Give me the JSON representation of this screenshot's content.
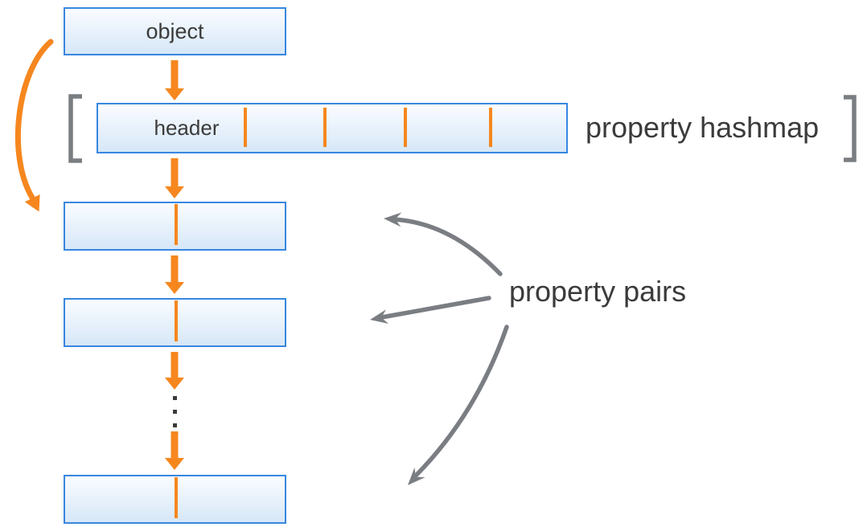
{
  "diagram": {
    "object_label": "object",
    "header_label": "header",
    "hashmap_label": "property hashmap",
    "pairs_label": "property pairs"
  },
  "structure": {
    "hashmap_slot_dividers": 4,
    "property_pair_boxes": 3,
    "ellipsis_dots": 3
  },
  "colors": {
    "accent_orange": "#F6871F",
    "box_border_blue": "#3787E0",
    "box_fill_top": "#FAFCFF",
    "box_fill_bottom": "#D6E7F8",
    "line_gray": "#7A7E82",
    "text_dark": "#3B3B3B"
  }
}
